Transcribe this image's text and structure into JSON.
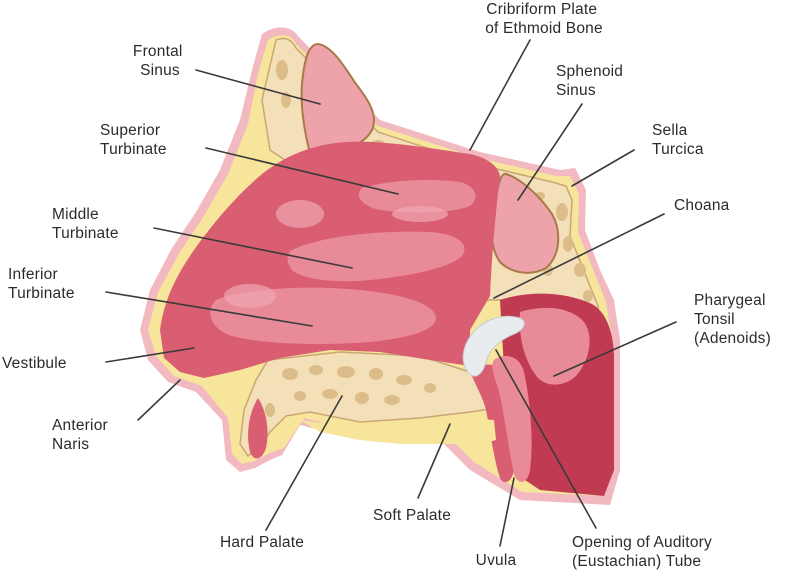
{
  "labels": {
    "frontal_sinus": [
      "Frontal",
      "Sinus"
    ],
    "cribriform_plate": [
      "Cribriform Plate",
      "of Ethmoid Bone"
    ],
    "sphenoid_sinus": [
      "Sphenoid",
      "Sinus"
    ],
    "superior_turbinate": [
      "Superior",
      "Turbinate"
    ],
    "sella_turcica": [
      "Sella",
      "Turcica"
    ],
    "choana": [
      "Choana"
    ],
    "middle_turbinate": [
      "Middle",
      "Turbinate"
    ],
    "inferior_turbinate": [
      "Inferior",
      "Turbinate"
    ],
    "pharyngeal_tonsil": [
      "Pharygeal",
      "Tonsil",
      "(Adenoids)"
    ],
    "vestibule": [
      "Vestibule"
    ],
    "anterior_naris": [
      "Anterior",
      "Naris"
    ],
    "soft_palate": [
      "Soft Palate"
    ],
    "hard_palate": [
      "Hard Palate"
    ],
    "uvula": [
      "Uvula"
    ],
    "auditory_tube_opening": [
      "Opening of Auditory",
      "(Eustachian) Tube"
    ]
  },
  "colors": {
    "bone": "#f3dfb8",
    "bone_outline": "#c9a774",
    "bone_cells": "#dcbd8a",
    "skin_yellow": "#f6e59a",
    "skin_pink": "#f3b9c0",
    "mucosa": "#d95e72",
    "mucosa_dark": "#c94a5e",
    "turbinate_light": "#e88a98",
    "sinus": "#eea3ab",
    "sinus_outline": "#a87a4a",
    "pharynx_dark": "#c03a52",
    "tube_white": "#e9ecef"
  }
}
